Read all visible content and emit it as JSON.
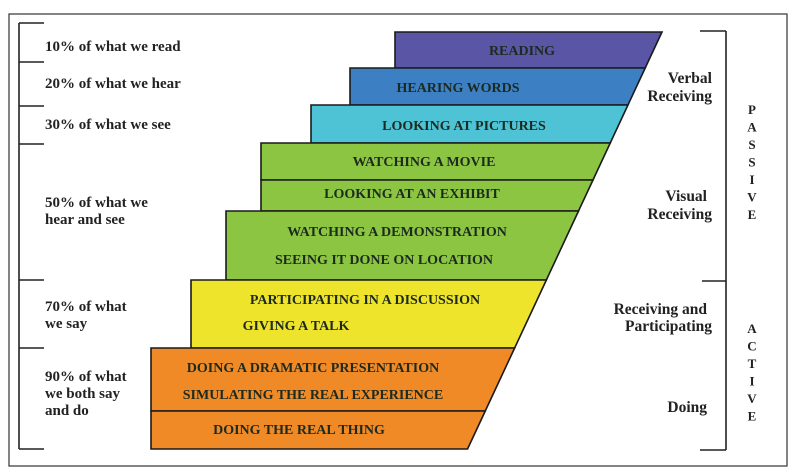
{
  "retention": [
    {
      "lines": [
        "10% of what we read"
      ]
    },
    {
      "lines": [
        "20% of what we hear"
      ]
    },
    {
      "lines": [
        "30% of what we see"
      ]
    },
    {
      "lines": [
        "50% of what we",
        "hear and see"
      ]
    },
    {
      "lines": [
        "70% of what",
        "we say"
      ]
    },
    {
      "lines": [
        "90% of what",
        "we both say",
        "and do"
      ]
    }
  ],
  "bands": [
    {
      "label": "READING",
      "color": "#5a56a5"
    },
    {
      "label": "HEARING WORDS",
      "color": "#3c7fc3"
    },
    {
      "label": "LOOKING AT PICTURES",
      "color": "#4fc3d6"
    },
    {
      "label": "WATCHING A MOVIE",
      "color": "#8cc541"
    },
    {
      "label": "LOOKING AT AN EXHIBIT",
      "color": "#8cc541"
    },
    {
      "label": "WATCHING A DEMONSTRATION",
      "label2": "SEEING IT DONE ON LOCATION",
      "color": "#8cc541"
    },
    {
      "label": "PARTICIPATING IN A DISCUSSION",
      "label2": "GIVING A TALK",
      "color": "#efe42c"
    },
    {
      "label": "DOING A DRAMATIC PRESENTATION",
      "label2": "SIMULATING THE REAL EXPERIENCE",
      "color": "#ef8a26"
    },
    {
      "label": "DOING THE REAL THING",
      "color": "#ef8a26"
    }
  ],
  "categories": {
    "verbal": [
      "Verbal",
      "Receiving"
    ],
    "visual": [
      "Visual",
      "Receiving"
    ],
    "participating": [
      "Receiving and",
      "Participating"
    ],
    "doing": [
      "Doing"
    ]
  },
  "modes": {
    "passive": "PASSIVE",
    "active": "ACTIVE"
  }
}
